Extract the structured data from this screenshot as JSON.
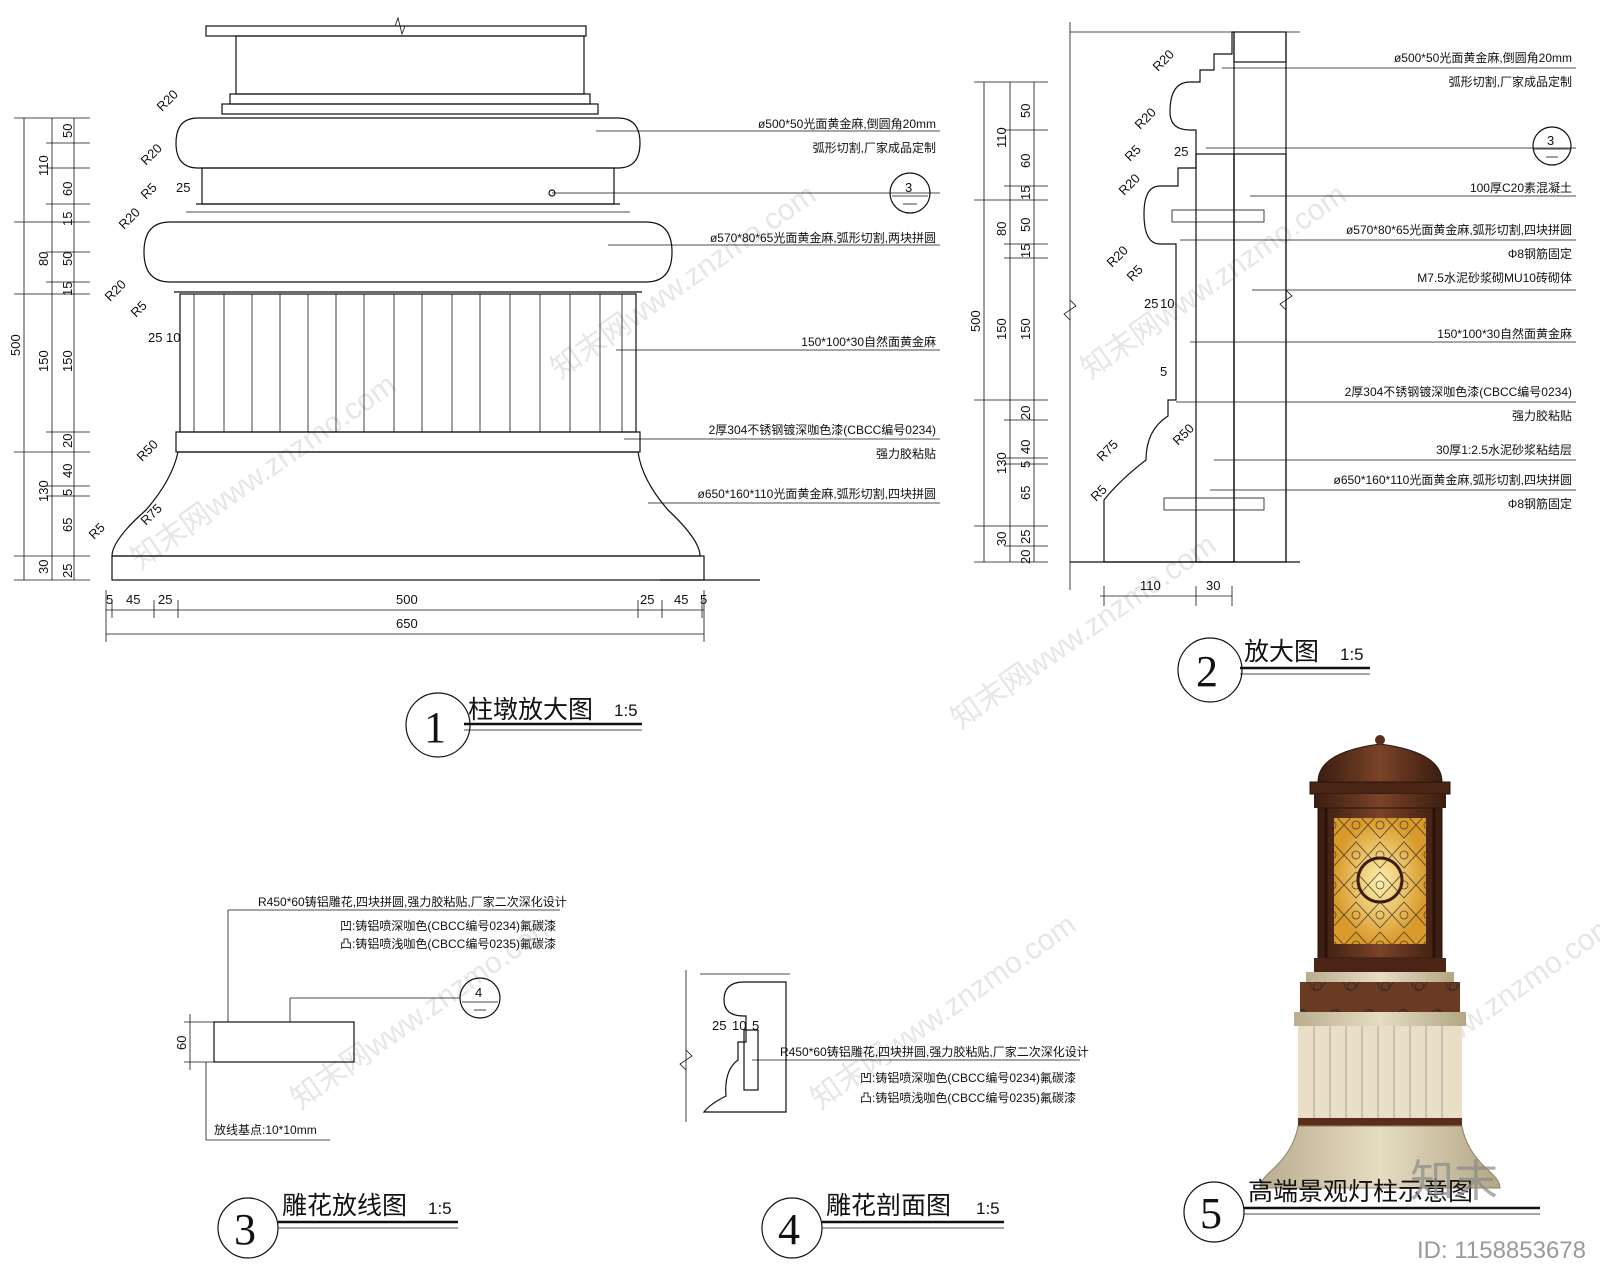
{
  "drawing1": {
    "title": "柱墩放大图",
    "number": "1",
    "scale": "1:5",
    "callouts": [
      "ø500*50光面黄金麻,倒圆角20mm",
      "弧形切割,厂家成品定制",
      "ø570*80*65光面黄金麻,弧形切割,两块拼圆",
      "150*100*30自然面黄金麻",
      "2厚304不锈钢镀深咖色漆(CBCC编号0234)",
      "强力胶粘贴",
      "ø650*160*110光面黄金麻,弧形切割,四块拼圆"
    ],
    "ref_mark": "3",
    "radii": [
      "R20",
      "R20",
      "R5",
      "R20",
      "R20",
      "R5",
      "R50",
      "R75",
      "R5"
    ],
    "small_dims": [
      "25",
      "25",
      "10"
    ],
    "left_dims_outer": [
      "500"
    ],
    "left_dims_mid": [
      "110",
      "80",
      "150",
      "130",
      "30"
    ],
    "left_dims_inner": [
      "50",
      "60",
      "15",
      "50",
      "15",
      "150",
      "20",
      "40",
      "5",
      "65",
      "25"
    ],
    "bottom_dims_top": [
      "5",
      "45",
      "25",
      "500",
      "25",
      "45",
      "5"
    ],
    "bottom_dims_total": "650"
  },
  "drawing2": {
    "title": "放大图",
    "number": "2",
    "scale": "1:5",
    "callouts": [
      "ø500*50光面黄金麻,倒圆角20mm",
      "弧形切割,厂家成品定制",
      "100厚C20素混凝土",
      "ø570*80*65光面黄金麻,弧形切割,四块拼圆",
      "Φ8钢筋固定",
      "M7.5水泥砂浆砌MU10砖砌体",
      "150*100*30自然面黄金麻",
      "2厚304不锈钢镀深咖色漆(CBCC编号0234)",
      "强力胶粘贴",
      "30厚1:2.5水泥砂浆粘结层",
      "ø650*160*110光面黄金麻,弧形切割,四块拼圆",
      "Φ8钢筋固定"
    ],
    "ref_mark": "3",
    "radii": [
      "R20",
      "R20",
      "R5",
      "R20",
      "R20",
      "R5",
      "R50",
      "R75",
      "R5"
    ],
    "small_dims": [
      "25",
      "25",
      "10",
      "5"
    ],
    "left_dims_outer": [
      "500"
    ],
    "left_dims_mid": [
      "110",
      "80",
      "150",
      "130",
      "30"
    ],
    "left_dims_inner": [
      "50",
      "60",
      "15",
      "50",
      "15",
      "150",
      "20",
      "40",
      "5",
      "65",
      "25",
      "20"
    ],
    "bottom_dims": [
      "110",
      "30"
    ]
  },
  "drawing3": {
    "title": "雕花放线图",
    "number": "3",
    "scale": "1:5",
    "callouts": [
      "R450*60铸铝雕花,四块拼圆,强力胶粘贴,厂家二次深化设计",
      "凹:铸铝喷深咖色(CBCC编号0234)氟碳漆",
      "凸:铸铝喷浅咖色(CBCC编号0235)氟碳漆"
    ],
    "ref_mark": "4",
    "height_dim": "60",
    "note": "放线基点:10*10mm"
  },
  "drawing4": {
    "title": "雕花剖面图",
    "number": "4",
    "scale": "1:5",
    "dims": [
      "25",
      "10",
      "5"
    ],
    "callouts": [
      "R450*60铸铝雕花,四块拼圆,强力胶粘贴,厂家二次深化设计",
      "凹:铸铝喷深咖色(CBCC编号0234)氟碳漆",
      "凸:铸铝喷浅咖色(CBCC编号0235)氟碳漆"
    ]
  },
  "drawing5": {
    "title": "高端景观灯柱示意图",
    "number": "5"
  },
  "watermark": {
    "text": "知末网www.znzmo.com",
    "logo": "知末",
    "id": "ID: 1158853678"
  },
  "colors": {
    "line": "#111111",
    "lamp_bronze": "#5a2e1a",
    "lamp_glow": "#e8b44a",
    "stone": "#d8ccae",
    "marble": "#e9dfc8"
  }
}
